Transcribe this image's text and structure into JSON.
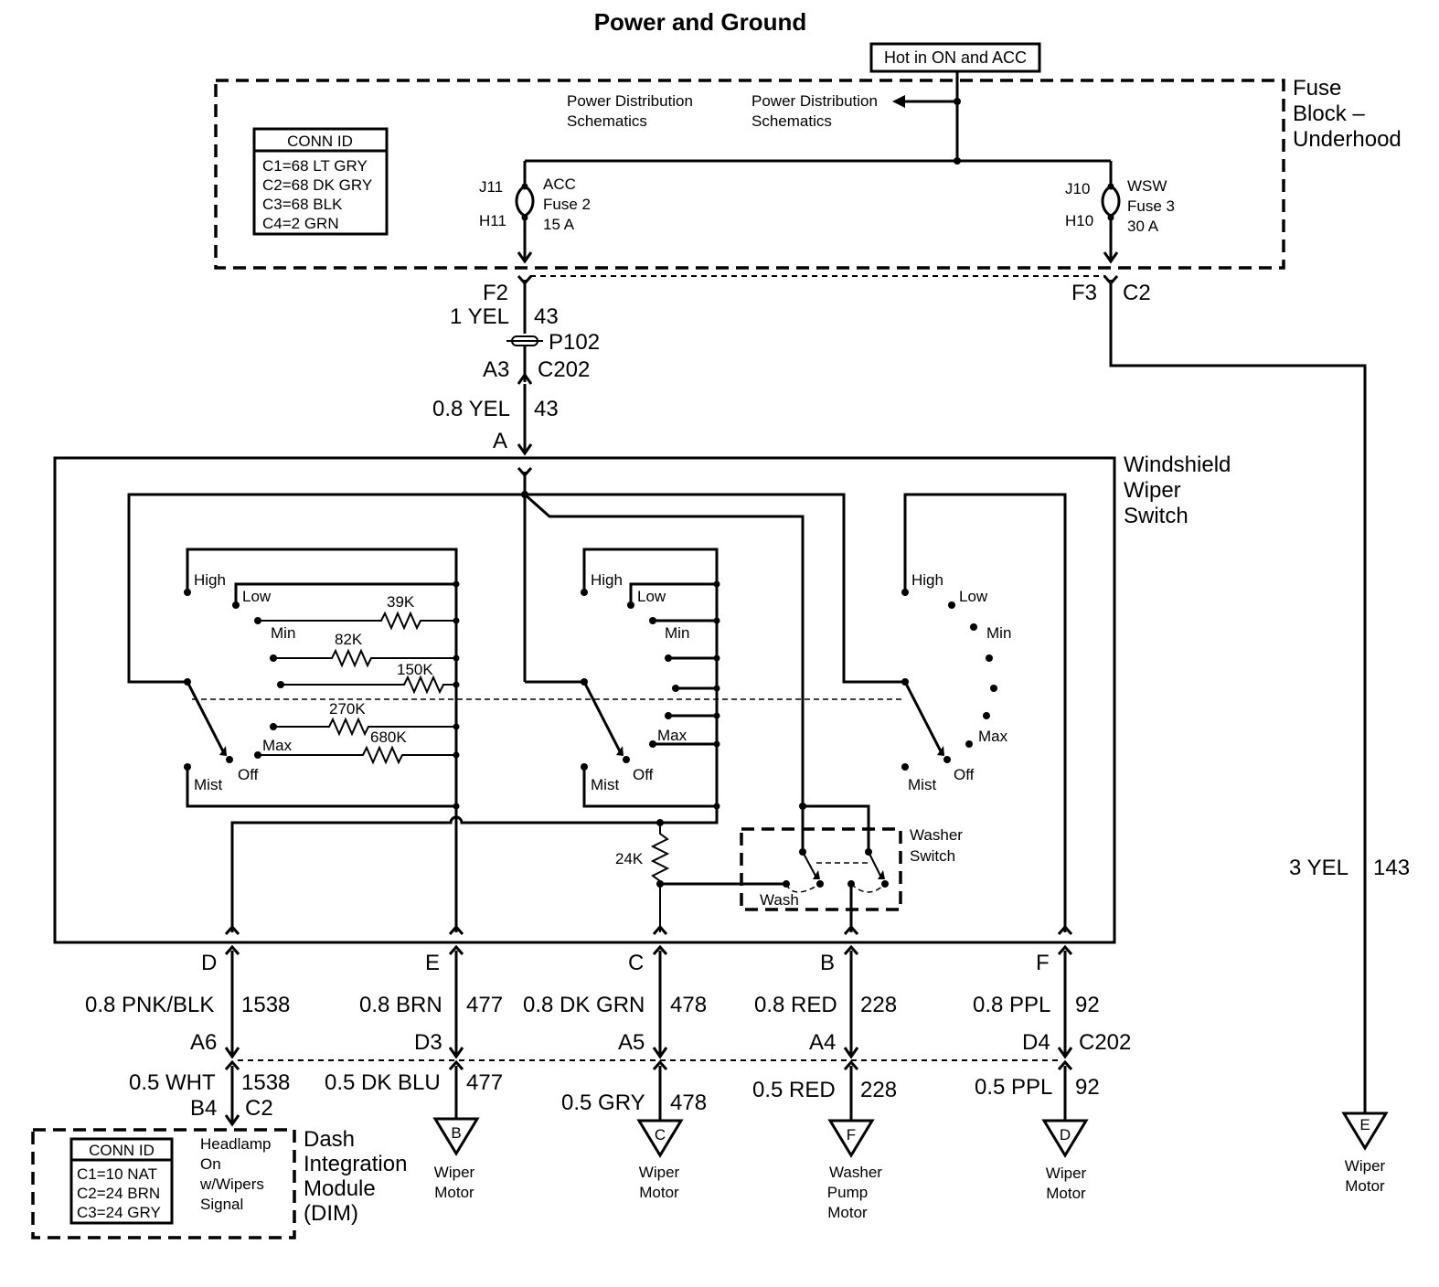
{
  "title": "Power and Ground",
  "hot_label": "Hot in ON and ACC",
  "fuse_block": {
    "name": [
      "Fuse",
      "Block –",
      "Underhood"
    ],
    "pds_1": [
      "Power Distribution",
      "Schematics"
    ],
    "pds_2": [
      "Power Distribution",
      "Schematics"
    ],
    "conn_id": {
      "header": "CONN ID",
      "rows": [
        "C1=68 LT GRY",
        "C2=68 DK GRY",
        "C3=68 BLK",
        "C4=2 GRN"
      ]
    },
    "fuse_acc": {
      "pin_top": "J11",
      "pin_bottom": "H11",
      "lines": [
        "ACC",
        "Fuse  2",
        "15 A"
      ]
    },
    "fuse_wsw": {
      "pin_top": "J10",
      "pin_bottom": "H10",
      "lines": [
        "WSW",
        "Fuse  3",
        "30 A"
      ]
    }
  },
  "upper_harness": {
    "f2": "F2",
    "f3": "F3",
    "c2": "C2",
    "wire1": "1 YEL",
    "circuit1": "43",
    "splice": "P102",
    "a3": "A3",
    "c202": "C202",
    "wire2": "0.8 YEL",
    "circuit2": "43",
    "a": "A"
  },
  "right_wire": {
    "wire": "3 YEL",
    "circuit": "143",
    "ground_letter": "E",
    "dest": [
      "Wiper",
      "Motor"
    ]
  },
  "switch": {
    "name": [
      "Windshield",
      "Wiper",
      "Switch"
    ],
    "left": {
      "high": "High",
      "low": "Low",
      "min": "Min",
      "max": "Max",
      "mist": "Mist",
      "off": "Off",
      "r1": "39K",
      "r2": "82K",
      "r3": "150K",
      "r4": "270K",
      "r5": "680K"
    },
    "middle": {
      "high": "High",
      "low": "Low",
      "min": "Min",
      "max": "Max",
      "mist": "Mist",
      "off": "Off"
    },
    "right": {
      "high": "High",
      "low": "Low",
      "min": "Min",
      "max": "Max",
      "mist": "Mist",
      "off": "Off"
    },
    "r24k": "24K",
    "washer": [
      "Washer",
      "Switch"
    ],
    "wash": "Wash"
  },
  "pins": {
    "d": "D",
    "e": "E",
    "c": "C",
    "b": "B",
    "f": "F"
  },
  "lower_wires": [
    {
      "upper": "0.8 PNK/BLK",
      "circuit": "1538",
      "conn": "A6",
      "lower": "0.5 WHT",
      "lcircuit": "1538",
      "pin2": "B4",
      "c": "C2"
    },
    {
      "upper": "0.8 BRN",
      "circuit": "477",
      "conn": "D3",
      "lower": "0.5 DK BLU",
      "lcircuit": "477",
      "ground": "B",
      "dest": [
        "Wiper",
        "Motor"
      ]
    },
    {
      "upper": "0.8 DK GRN",
      "circuit": "478",
      "conn": "A5",
      "lower": "0.5 GRY",
      "lcircuit": "478",
      "ground": "C",
      "dest": [
        "Wiper",
        "Motor"
      ]
    },
    {
      "upper": "0.8 RED",
      "circuit": "228",
      "conn": "A4",
      "lower": "0.5 RED",
      "lcircuit": "228",
      "ground": "F",
      "dest": [
        "Washer",
        "Pump",
        "Motor"
      ]
    },
    {
      "upper": "0.8 PPL",
      "circuit": "92",
      "conn": "D4",
      "c202": "C202",
      "lower": "0.5 PPL",
      "lcircuit": "92",
      "ground": "D",
      "dest": [
        "Wiper",
        "Motor"
      ]
    }
  ],
  "dim": {
    "name": [
      "Dash",
      "Integration",
      "Module",
      "(DIM)"
    ],
    "signal": [
      "Headlamp",
      "On",
      "w/Wipers",
      "Signal"
    ],
    "conn_id": {
      "header": "CONN ID",
      "rows": [
        "C1=10 NAT",
        "C2=24 BRN",
        "C3=24 GRY"
      ]
    }
  }
}
